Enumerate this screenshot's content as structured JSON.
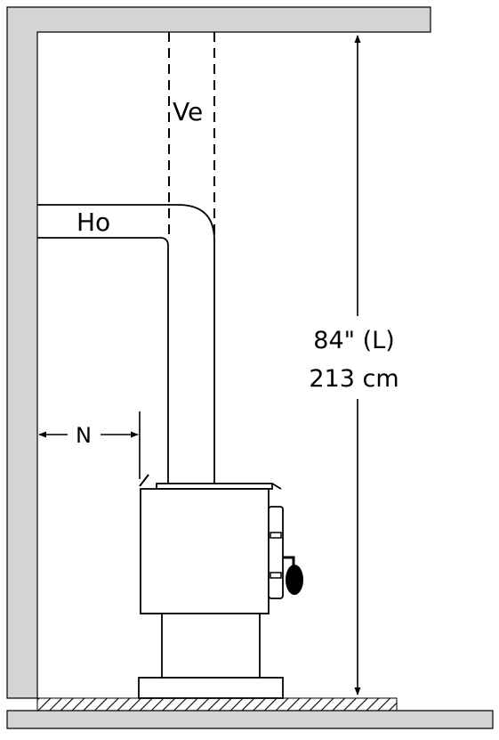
{
  "labels": {
    "vertical_vent": "Ve",
    "horizontal_vent": "Ho",
    "side_clearance": "N",
    "height_in": "84\" (L)",
    "height_cm": "213 cm"
  },
  "colors": {
    "wall_gray": "#d4d4d4",
    "line": "#000000",
    "background": "#ffffff"
  }
}
